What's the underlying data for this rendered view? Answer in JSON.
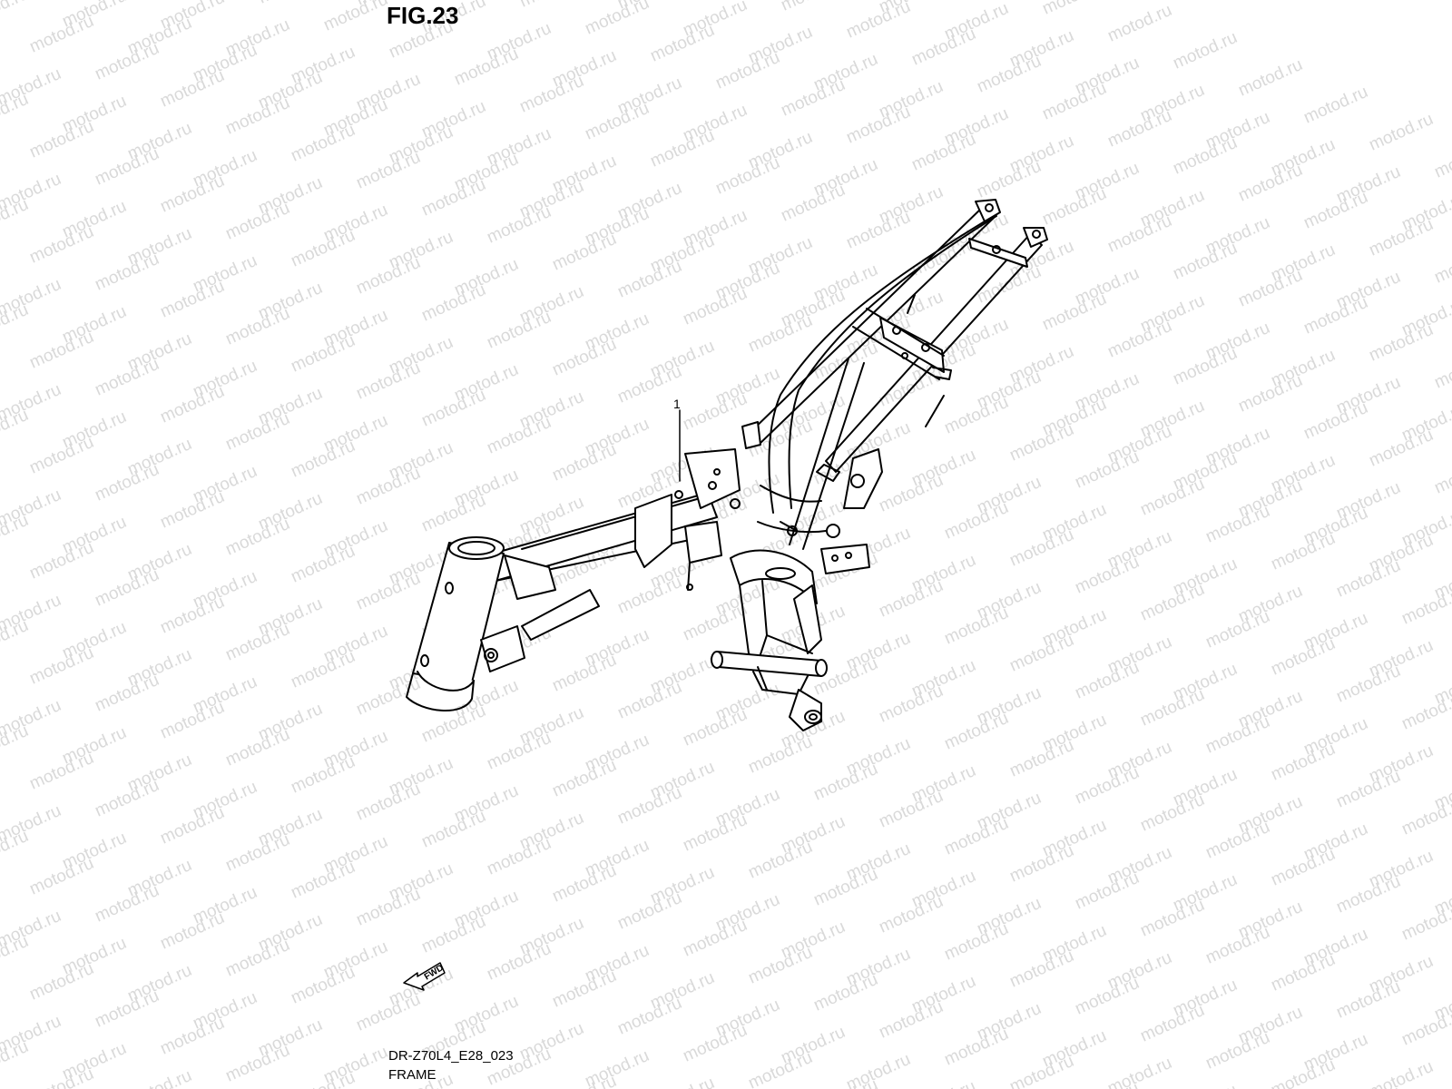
{
  "figure": {
    "title": "FIG.23",
    "callout": "1",
    "direction_label": "FWD",
    "code": "DR-Z70L4_E28_023",
    "name": "FRAME"
  },
  "watermark": {
    "text": "motod.ru",
    "color": "#d9d9d9"
  },
  "colors": {
    "line": "#000000",
    "background": "#ffffff"
  }
}
